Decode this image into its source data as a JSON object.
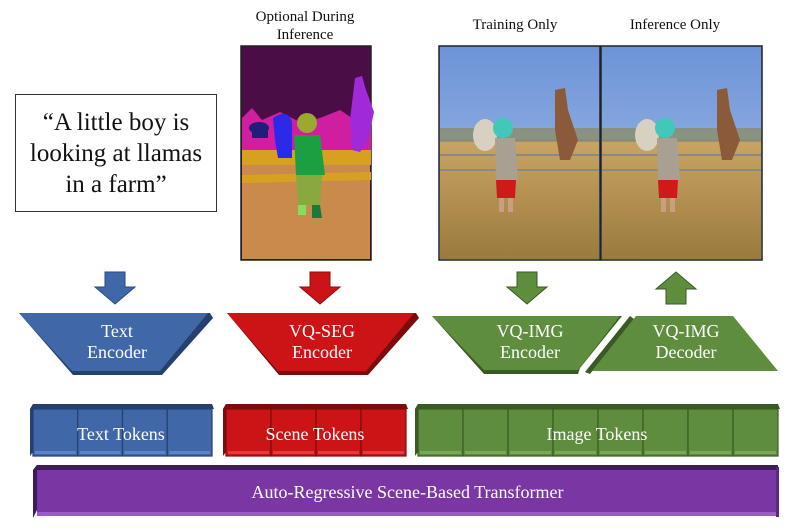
{
  "input_text": {
    "quote": "“A little boy is looking at llamas in a farm”"
  },
  "captions": {
    "segmentation": "Optional During Inference",
    "training": "Training Only",
    "inference": "Inference Only"
  },
  "modules": {
    "text_encoder": [
      "Text",
      "Encoder"
    ],
    "seg_encoder": [
      "VQ-SEG",
      "Encoder"
    ],
    "img_encoder": [
      "VQ-IMG",
      "Encoder"
    ],
    "img_decoder": [
      "VQ-IMG",
      "Decoder"
    ]
  },
  "tokens": {
    "text": {
      "label": "Text Tokens",
      "count": 4
    },
    "scene": {
      "label": "Scene Tokens",
      "count": 4
    },
    "image": {
      "label": "Image Tokens",
      "count": 8
    }
  },
  "transformer": {
    "label": "Auto-Regressive Scene-Based Transformer"
  },
  "arrows": {
    "text": "down",
    "seg": "down",
    "img_encoder": "down",
    "img_decoder": "up"
  },
  "colors": {
    "blue": "#4068a8",
    "blue_dark": "#25406e",
    "red": "#cc1417",
    "red_dark": "#7a0c0d",
    "green": "#5f8d3e",
    "green_dark": "#3a5a25",
    "purple": "#7a36a3",
    "purple_dark": "#3f1c58"
  }
}
